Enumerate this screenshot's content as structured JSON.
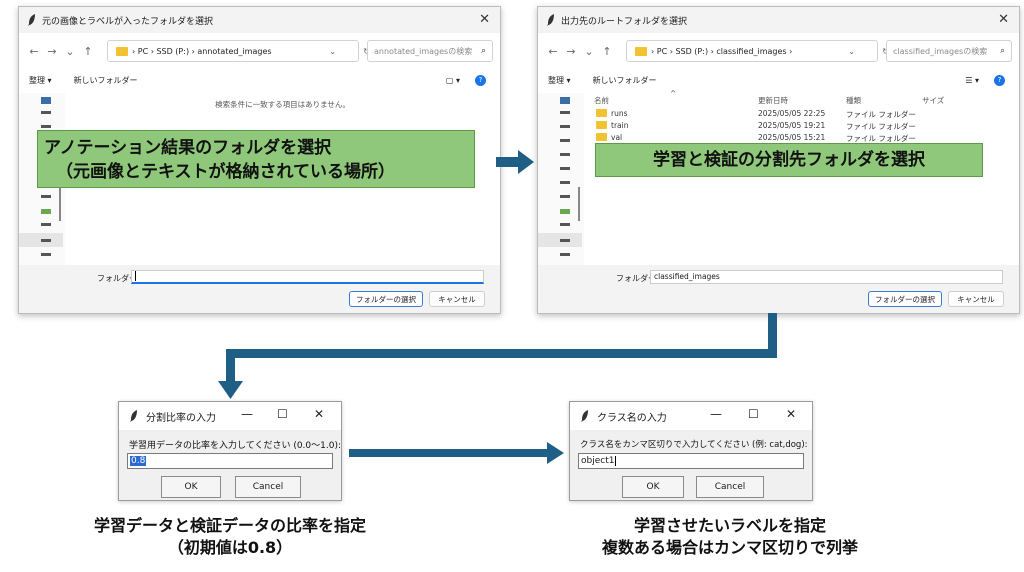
{
  "win1": {
    "title": "元の画像とラベルが入ったフォルダを選択",
    "close": "✕",
    "nav": [
      "←",
      "→",
      "⌄",
      "↑"
    ],
    "path": "›  PC  ›  SSD (P:)  ›  annotated_images",
    "addr_chevron": "⌄",
    "refresh": "↻",
    "search_placeholder": "annotated_imagesの検索",
    "toolbar_organize": "整理 ▾",
    "toolbar_new_folder": "新しいフォルダー",
    "toolbar_view": "▢ ▾",
    "toolbar_help": "?",
    "empty_message": "検索条件に一致する項目はありません。",
    "folder_label": "フォルダー:",
    "folder_value": "",
    "select_button": "フォルダーの選択",
    "cancel_button": "キャンセル"
  },
  "win2": {
    "title": "出力先のルートフォルダを選択",
    "close": "✕",
    "nav": [
      "←",
      "→",
      "⌄",
      "↑"
    ],
    "path": "›  PC  ›  SSD (P:)  ›  classified_images  ›",
    "addr_chevron": "⌄",
    "refresh": "↻",
    "search_placeholder": "classified_imagesの検索",
    "toolbar_organize": "整理 ▾",
    "toolbar_new_folder": "新しいフォルダー",
    "toolbar_view": "☰ ▾",
    "toolbar_help": "?",
    "columns": [
      "名前",
      "更新日時",
      "種類",
      "サイズ"
    ],
    "files": [
      {
        "name": "runs",
        "date": "2025/05/05 22:25",
        "type": "ファイル フォルダー"
      },
      {
        "name": "train",
        "date": "2025/05/05 19:21",
        "type": "ファイル フォルダー"
      },
      {
        "name": "val",
        "date": "2025/05/05 15:21",
        "type": "ファイル フォルダー"
      }
    ],
    "folder_label": "フォルダー:",
    "folder_value": "classified_images",
    "select_button": "フォルダーの選択",
    "cancel_button": "キャンセル"
  },
  "banner1": {
    "line1": "アノテーション結果のフォルダを選択",
    "line2": "（元画像とテキストが格納されている場所）"
  },
  "banner2": {
    "text": "学習と検証の分割先フォルダを選択"
  },
  "dialog1": {
    "title": "分割比率の入力",
    "minimize": "—",
    "maximize": "☐",
    "close": "✕",
    "prompt": "学習用データの比率を入力してください (0.0〜1.0):",
    "value": "0.8",
    "ok": "OK",
    "cancel": "Cancel"
  },
  "dialog2": {
    "title": "クラス名の入力",
    "minimize": "—",
    "maximize": "☐",
    "close": "✕",
    "prompt": "クラス名をカンマ区切りで入力してください (例: cat,dog):",
    "value": "object1",
    "ok": "OK",
    "cancel": "Cancel"
  },
  "caption1": {
    "line1": "学習データと検証データの比率を指定",
    "line2": "（初期値は0.8）"
  },
  "caption2": {
    "line1": "学習させたいラベルを指定",
    "line2": "複数ある場合はカンマ区切りで列挙"
  },
  "colors": {
    "arrow": "#1f5f85",
    "banner": "#8fc87a",
    "selection": "#2b6bd1"
  }
}
